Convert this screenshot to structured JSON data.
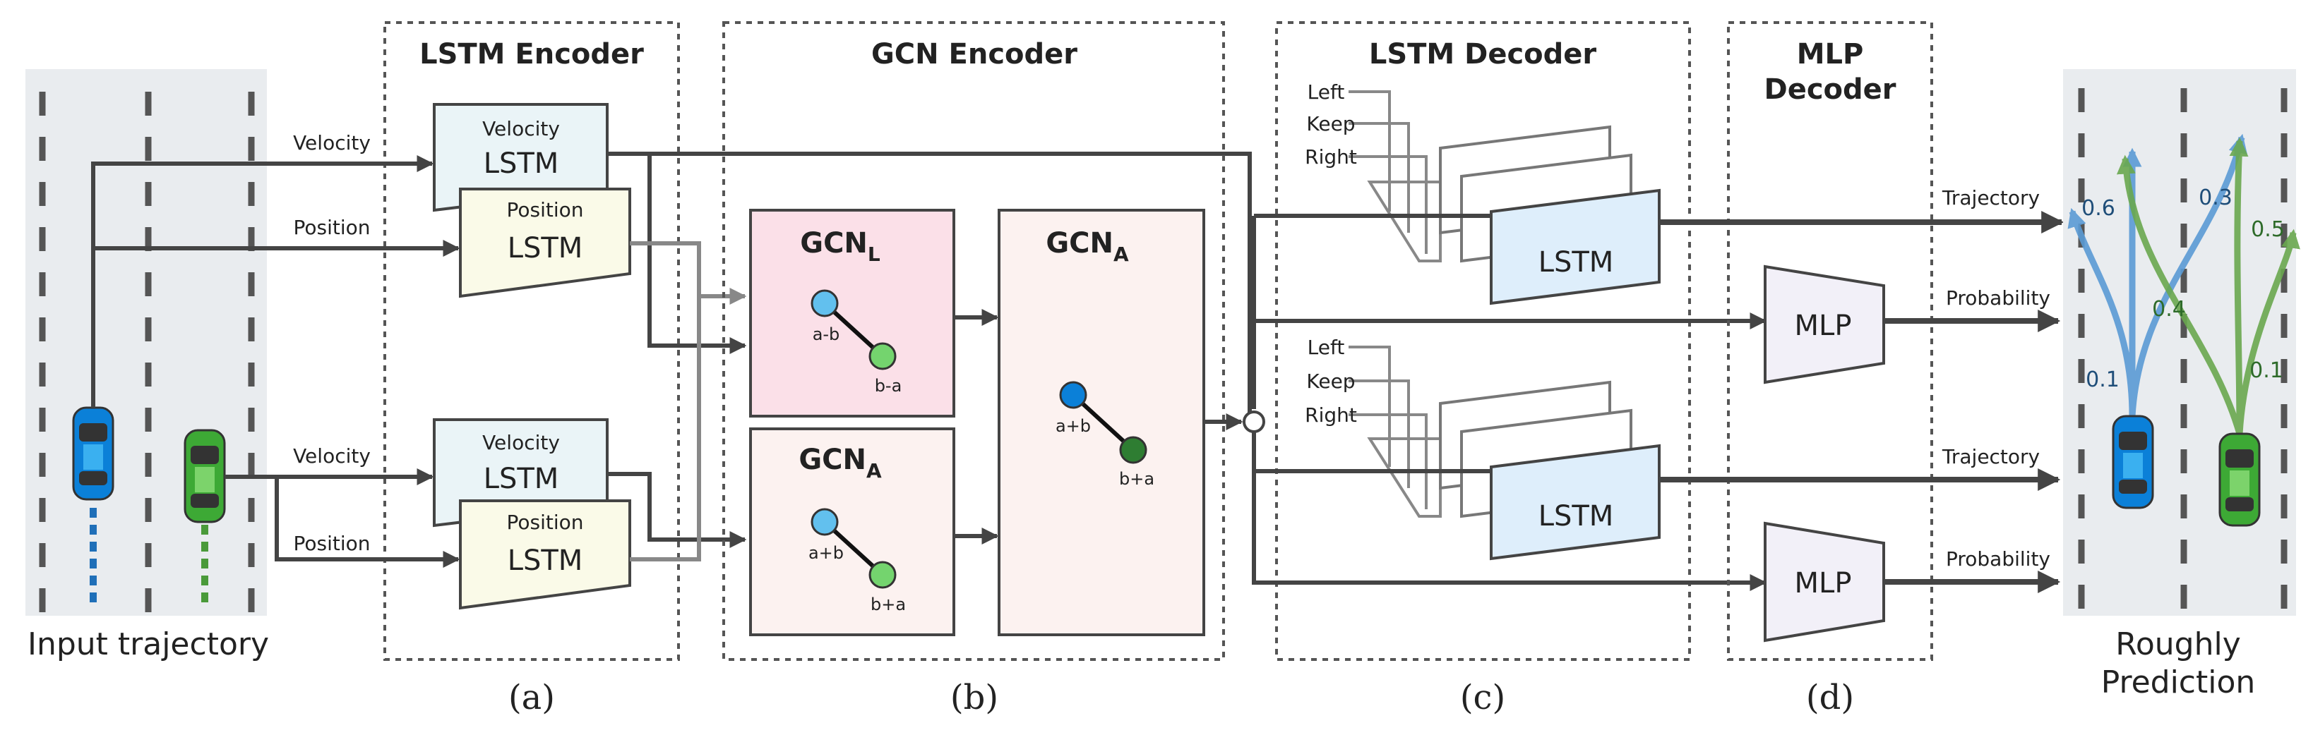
{
  "input": {
    "title": "Input trajectory"
  },
  "encoder_lstm": {
    "title": "LSTM Encoder",
    "velocity_small": "Velocity",
    "position_small": "Position",
    "lstm": "LSTM",
    "velocity_edge": "Velocity",
    "position_edge": "Position",
    "caption": "(a)"
  },
  "gcn": {
    "title": "GCN Encoder",
    "gcn_base": "GCN",
    "sub_l": "L",
    "sub_a": "A",
    "node_ab": "a-b",
    "node_ba": "b-a",
    "node_apb": "a+b",
    "node_bpa": "b+a",
    "caption": "(b)"
  },
  "decoder_lstm": {
    "title": "LSTM Decoder",
    "left": "Left",
    "keep": "Keep",
    "right": "Right",
    "lstm": "LSTM",
    "caption": "(c)"
  },
  "mlp": {
    "title_line1": "MLP",
    "title_line2": "Decoder",
    "block": "MLP",
    "caption": "(d)"
  },
  "outputs": {
    "trajectory": "Trajectory",
    "probability": "Probability"
  },
  "prediction": {
    "title_line1": "Roughly",
    "title_line2": "Prediction",
    "blue_probs": [
      "0.6",
      "0.3",
      "0.1"
    ],
    "green_probs": [
      "0.5",
      "0.4",
      "0.1"
    ]
  },
  "colors": {
    "lane_bg": "#e9ecef",
    "velocity_lstm": "#eaf4f7",
    "position_lstm": "#fafae8",
    "gcn_l": "#fbe0e8",
    "gcn_a": "#fcf2f0",
    "decoder_lstm": "#deeefb",
    "mlp": "#f2f0f8",
    "blue_traj": "#5b9bd5",
    "green_traj": "#6aa84f",
    "blue_node": "#62c0ee",
    "green_node": "#74d46e",
    "dark_green_node": "#2e7d32",
    "blue_text": "#1f4e79",
    "green_text": "#2e6b2a"
  }
}
